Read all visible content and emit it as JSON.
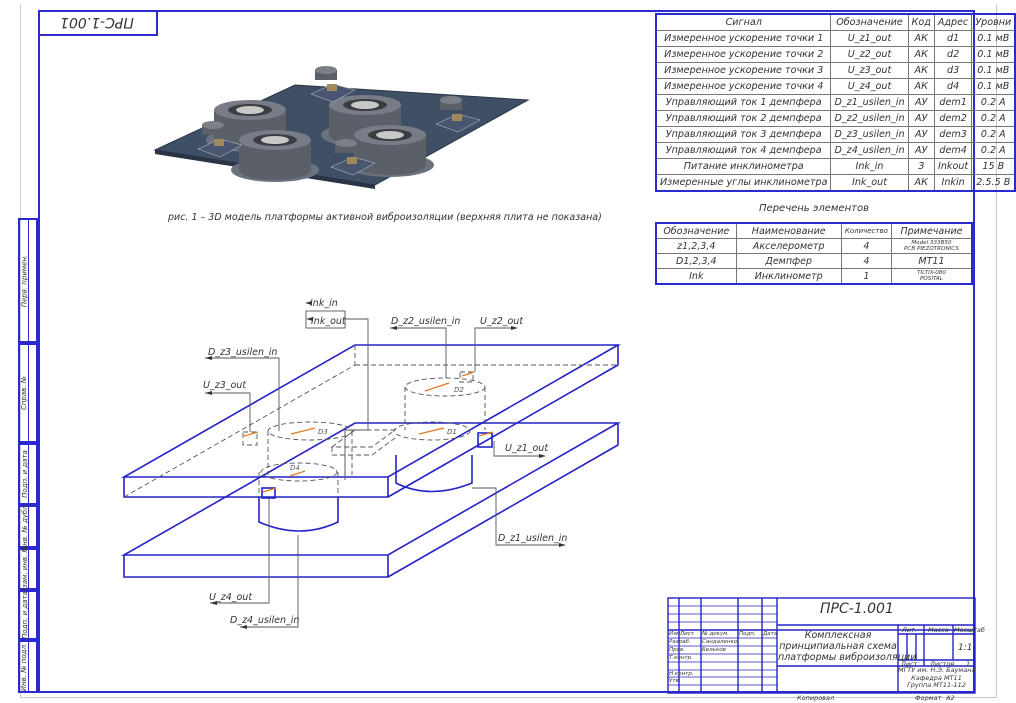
{
  "drawing_code": "ПРС-1.001",
  "stamp_top": "ПРС-1.001",
  "signal_table": {
    "headers": [
      "Сигнал",
      "Обозначение",
      "Код",
      "Адрес",
      "Уровни"
    ],
    "rows": [
      [
        "Измеренное ускорение точки 1",
        "U_z1_out",
        "АК",
        "d1",
        "0.1 мВ"
      ],
      [
        "Измеренное ускорение точки 2",
        "U_z2_out",
        "АК",
        "d2",
        "0.1 мВ"
      ],
      [
        "Измеренное ускорение точки 3",
        "U_z3_out",
        "АК",
        "d3",
        "0.1 мВ"
      ],
      [
        "Измеренное ускорение точки 4",
        "U_z4_out",
        "АК",
        "d4",
        "0.1 мВ"
      ],
      [
        "Управляющий ток 1 демпфера",
        "D_z1_usilen_in",
        "АУ",
        "dem1",
        "0.2 А"
      ],
      [
        "Управляющий ток 2 демпфера",
        "D_z2_usilen_in",
        "АУ",
        "dem2",
        "0.2 А"
      ],
      [
        "Управляющий ток 3 демпфера",
        "D_z3_usilen_in",
        "АУ",
        "dem3",
        "0.2 А"
      ],
      [
        "Управляющий ток 4 демпфера",
        "D_z4_usilen_in",
        "АУ",
        "dem4",
        "0.2 А"
      ],
      [
        "Питание инклинометра",
        "Ink_in",
        "З",
        "Inkout",
        "15 В"
      ],
      [
        "Измеренные углы инклинометра",
        "Ink_out",
        "АК",
        "Inkin",
        "2.5.5 В"
      ]
    ]
  },
  "elements_list": {
    "title": "Перечень элементов",
    "headers": [
      "Обозначение",
      "Наименование",
      "Количество",
      "Примечание"
    ],
    "rows": [
      {
        "code": "z1,2,3,4",
        "name": "Акселерометр",
        "qty": "4",
        "note_line1": "Model 333B50",
        "note_line2": "PCB PIEZOTRONICS"
      },
      {
        "code": "D1,2,3,4",
        "name": "Демпфер",
        "qty": "4",
        "note_line1": "МТ11",
        "note_line2": ""
      },
      {
        "code": "Ink",
        "name": "Инклинометр",
        "qty": "1",
        "note_line1": "TILTIX-080",
        "note_line2": "POSITAL"
      }
    ]
  },
  "figure_caption": "рис. 1 – 3D модель платформы активной виброизоляции (верхняя плита не показана)",
  "schematic": {
    "labels": {
      "ink_in": "Ink_in",
      "ink_out": "Ink_out",
      "d_z2": "D_z2_usilen_in",
      "u_z2": "U_z2_out",
      "d_z3": "D_z3_usilen_in",
      "u_z3": "U_z3_out",
      "u_z1": "U_z1_out",
      "d_z1": "D_z1_usilen_in",
      "u_z4": "U_z4_out",
      "d_z4": "D_z4_usilen_in",
      "damper1": "D1",
      "damper2": "D2",
      "damper3": "D3",
      "damper4": "D4"
    }
  },
  "side_columns": [
    "Перв. примен.",
    "Справ. №",
    "Подп. и дата",
    "Инв. № дубл.",
    "Взам. инв. №",
    "Подп. и дата",
    "Инв. № подл."
  ],
  "title_block": {
    "code": "ПРС-1.001",
    "title_line1": "Комплексная",
    "title_line2": "принципиальная схема",
    "title_line3": "платформы виброизоляции",
    "col_headers": [
      "Изм.",
      "Лист",
      "№ докум.",
      "Подп.",
      "Дата"
    ],
    "roles": [
      {
        "role": "Разраб.",
        "name": "Сандаленко"
      },
      {
        "role": "Пров.",
        "name": "Бельков"
      },
      {
        "role": "Т.контр.",
        "name": ""
      },
      {
        "role": "",
        "name": ""
      },
      {
        "role": "Н.контр.",
        "name": ""
      },
      {
        "role": "Утв.",
        "name": ""
      }
    ],
    "lit_label": "Лит.",
    "mass_label": "Масса",
    "scale_label": "Масштаб",
    "scale_value": "1:1",
    "sheet_label": "Лист",
    "sheets_label": "Листов",
    "sheets_value": "1",
    "org_line1": "МГТУ им. Н.Э. Баумана",
    "org_line2": "Кафедра МТ11",
    "org_line3": "Группа МТ11-112",
    "copied_label": "Копировал",
    "format_label": "Формат",
    "format_value": "A2"
  },
  "colors": {
    "frame": "#2a2ad0",
    "lines": "#555555",
    "accent": "#e07a20"
  }
}
